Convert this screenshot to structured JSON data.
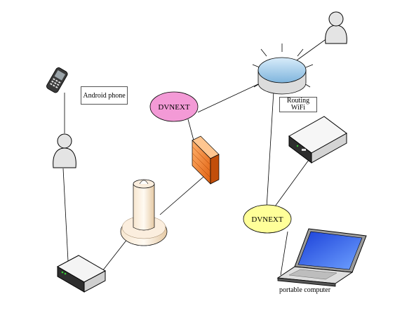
{
  "nodes": {
    "android_phone_label": "Android phone",
    "router_label_line1": "Routing",
    "router_label_line2": "WiFi",
    "dvnext_pink": "DVNEXT",
    "dvnext_yellow": "DVNEXT",
    "laptop_label": "portable computer"
  },
  "colors": {
    "pink_ellipse": "#f39ad6",
    "yellow_ellipse": "#ffff99",
    "firewall": "#f08030",
    "router_top": "#a9d3ef"
  }
}
